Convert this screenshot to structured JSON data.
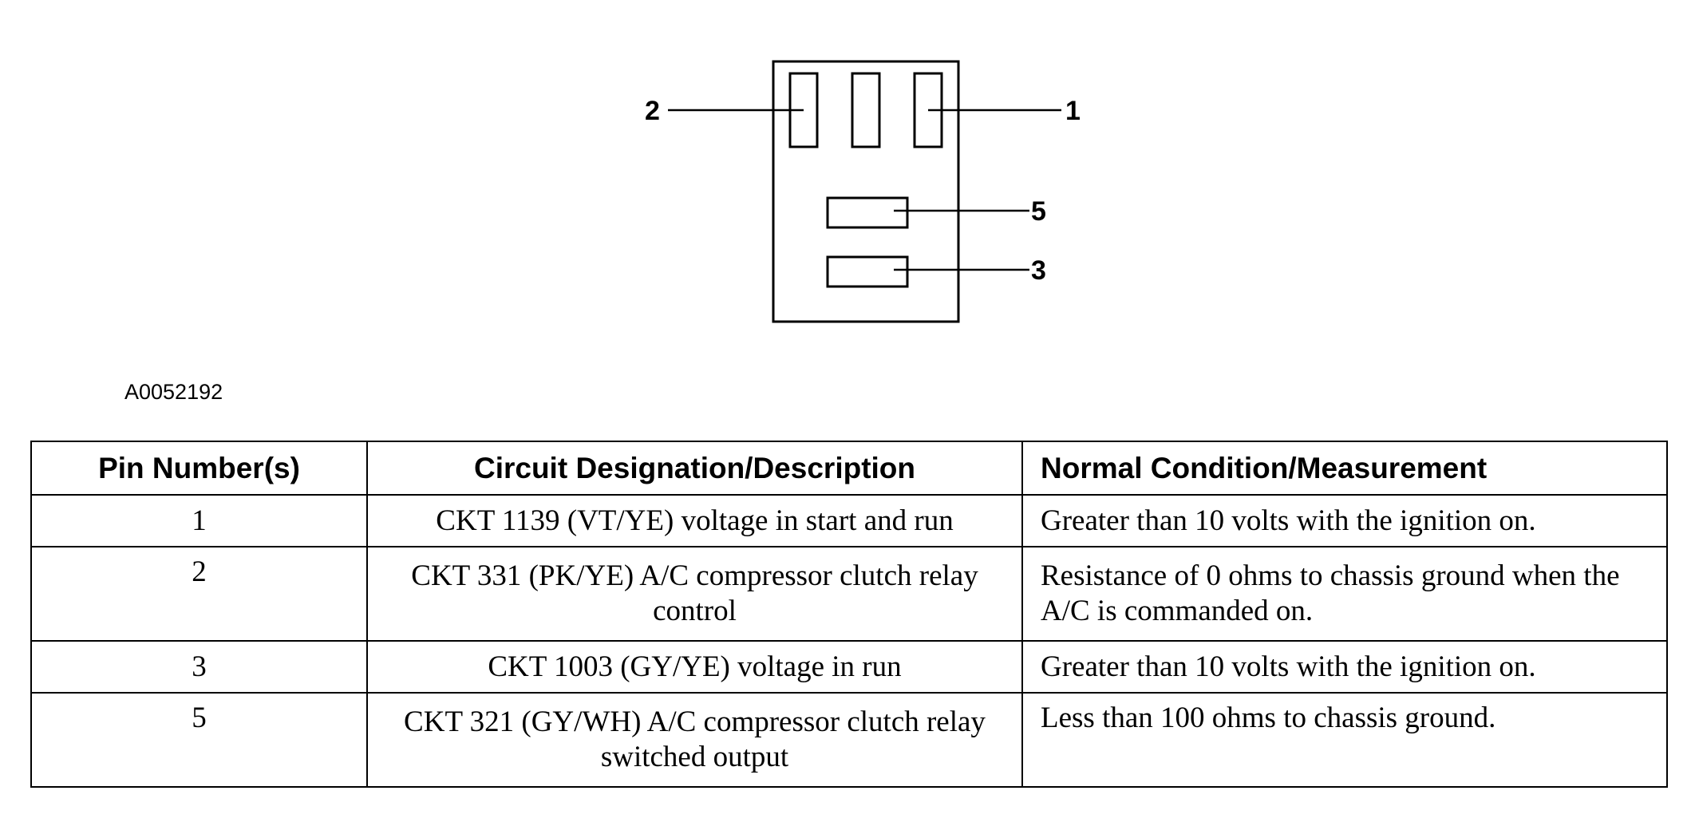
{
  "diagram": {
    "pin_labels": [
      "2",
      "1",
      "5",
      "3"
    ]
  },
  "figure_id": "A0052192",
  "table": {
    "headers": [
      "Pin Number(s)",
      "Circuit Designation/Description",
      "Normal Condition/Measurement"
    ],
    "rows": [
      {
        "pin": "1",
        "circuit": "CKT 1139 (VT/YE) voltage in start and run",
        "condition": "Greater than 10 volts with the ignition on."
      },
      {
        "pin": "2",
        "circuit": "CKT 331 (PK/YE) A/C compressor clutch relay control",
        "condition": "Resistance of 0 ohms to chassis ground when the A/C is commanded on."
      },
      {
        "pin": "3",
        "circuit": "CKT 1003 (GY/YE) voltage in run",
        "condition": "Greater than 10 volts with the ignition on."
      },
      {
        "pin": "5",
        "circuit": "CKT 321 (GY/WH) A/C compressor clutch relay switched output",
        "condition": "Less than 100 ohms to chassis ground."
      }
    ]
  }
}
